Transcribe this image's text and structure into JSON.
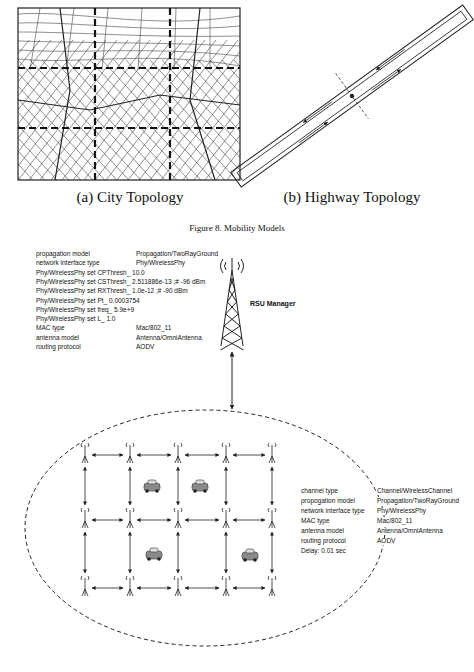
{
  "diagram": {
    "caption": "Figure 8. Mobility Models",
    "labels": [
      "(a) City Topology",
      "(b) Highway Topology",
      "propagation model",
      "Propagation/TwoRayGround",
      "network interface type",
      "Phy/WirelessPhy",
      "Phy/WirelessPhy set CPThresh_ 10.0",
      "Phy/WirelessPhy set CSThresh_ 2.511886e-13 ;# -96 dBm",
      "Phy/WirelessPhy set RXThresh_ 1.0e-12 ;# -90 dBm",
      "Phy/WirelessPhy set Pt_ 0.0003754",
      "Phy/WirelessPhy set freq_ 5.9e+9",
      "Phy/WirelessPhy set L_ 1.0",
      "MAC type",
      "Mac/802_11",
      "antenna model",
      "Antenna/OmniAntenna",
      "routing protocol",
      "AODV",
      "RSU Manager",
      "channel type",
      "Channel/WirelessChannel",
      "propogation model",
      "Propagation/TwoRayGround",
      "network interface type",
      "Phy/WirelessPhy",
      "MAC type",
      "Mac/802_11",
      "antenna model",
      "Antenna/OmniAntenna",
      "routing protocol",
      "AODV",
      "Delay: 0.01 sec"
    ]
  }
}
